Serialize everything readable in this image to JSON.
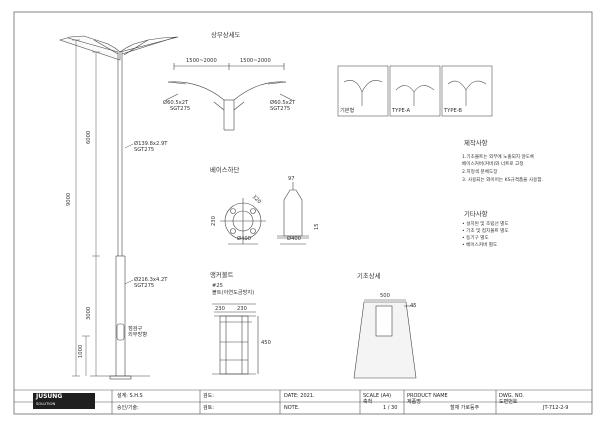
{
  "sections": {
    "top_detail": "상부상세도",
    "base_plate": "베이스하단",
    "anchor_bolt": "앵커볼트",
    "foundation": "기초상세",
    "manufacturing": "제작사항",
    "others": "기타사항"
  },
  "dims": {
    "arm_left": "1500~2000",
    "arm_right": "1500~2000",
    "pipe_left_a": "Ø60.5x2T",
    "pipe_left_b": "SGT275",
    "pipe_right_a": "Ø60.5x2T",
    "pipe_right_b": "SGT275",
    "pole_upper_a": "Ø139.8x2.9T",
    "pole_upper_b": "SGT275",
    "pole_lower_a": "Ø216.3x4.2T",
    "pole_lower_b": "SGT275",
    "h_6000": "6000",
    "h_9000": "9000",
    "h_3000": "3000",
    "h_1000": "1000",
    "door_a": "점검구",
    "door_b": "외부방향",
    "plate_320": "320",
    "plate_230": "230",
    "plate_400a": "Ø400",
    "plate_400b": "Ø400",
    "plate_97": "97",
    "plate_15": "15",
    "bolt_spec_a": "#25",
    "bolt_spec_b": "볼트(아연도금방지)",
    "bolt_230a": "230",
    "bolt_230b": "230",
    "bolt_450": "450",
    "found_500": "500",
    "found_45": "45"
  },
  "types": {
    "t1": "기본형",
    "t2": "TYPE-A",
    "t3": "TYPE-B"
  },
  "notes": {
    "manufacturing": [
      "1.기초볼트는 외부에 노출되지 않도록",
      "  베이스커버(커버)와 너트로 고정",
      "2.지정색 분체도장",
      "3. 사용되는 와이어는 KS규격품을 사용함."
    ],
    "others": [
      "• 설치된 및 조립선 별도",
      "• 기초 및 접지볼트 별도",
      "• 등기구 별도",
      "• 베이스커버 별도"
    ]
  },
  "title_block": {
    "logo_top": "JUSUNG",
    "logo_bottom": "SOLUTION",
    "design": "설계: S.H.S",
    "check": "검도:",
    "approve": "승인/기술:",
    "review": "검토:",
    "date": "DATE: 2021.",
    "note": "NOTE.",
    "scale_label": "SCALE (A4)",
    "scale_kor": "축척",
    "scale_value": "1 / 30",
    "product_label": "PRODUCT NAME",
    "product_kor": "제품명",
    "product_value": "철재 가로등주",
    "dwg_label": "DWG. NO.",
    "dwg_kor": "도면번호",
    "dwg_value": "JT-712-2-9"
  }
}
